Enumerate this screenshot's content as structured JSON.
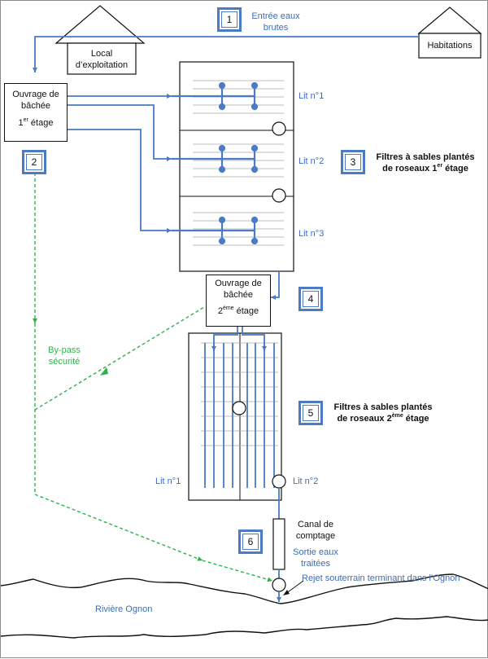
{
  "labels": {
    "entree_line1": "Entrée eaux",
    "entree_line2": "brutes",
    "habitations": "Habitations",
    "local_line1": "Local",
    "local_line2": "d’exploitation",
    "ouvrage1_line1": "Ouvrage de",
    "ouvrage1_line2": "bâchée",
    "ouvrage1_line3_num": "1",
    "ouvrage1_line3_sup": "er",
    "ouvrage1_line3_rest": " étage",
    "lit1": "Lit n°1",
    "lit2": "Lit n°2",
    "lit3": "Lit n°3",
    "filtres1_line1": "Filtres à sables plantés",
    "filtres1_line2_pre": "de roseaux 1",
    "filtres1_line2_sup": "er",
    "filtres1_line2_post": " étage",
    "ouvrage2_line1": "Ouvrage de",
    "ouvrage2_line2": "bâchée",
    "ouvrage2_line3_num": "2",
    "ouvrage2_line3_sup": "ème",
    "ouvrage2_line3_rest": " étage",
    "bypass_line1": "By-pass",
    "bypass_line2": "sécurité",
    "filtres2_line1": "Filtres à sables plantés",
    "filtres2_line2_pre": "de roseaux 2",
    "filtres2_line2_sup": "ème",
    "filtres2_line2_post": " étage",
    "lit2_1": "Lit n°1",
    "lit2_2": "Lit n°2",
    "canal_line1": "Canal de",
    "canal_line2": "comptage",
    "sortie_line1": "Sortie eaux",
    "sortie_line2": "traitées",
    "rejet": "Rejet souterrain terminant dans l’Ognon",
    "riviere": "Rivière Ognon"
  },
  "numbers": [
    "1",
    "2",
    "3",
    "4",
    "5",
    "6"
  ],
  "colors": {
    "pipe": "#4a7bc4",
    "bypass": "#2db34a",
    "outline": "#111111",
    "grid": "#a6a6a6"
  }
}
